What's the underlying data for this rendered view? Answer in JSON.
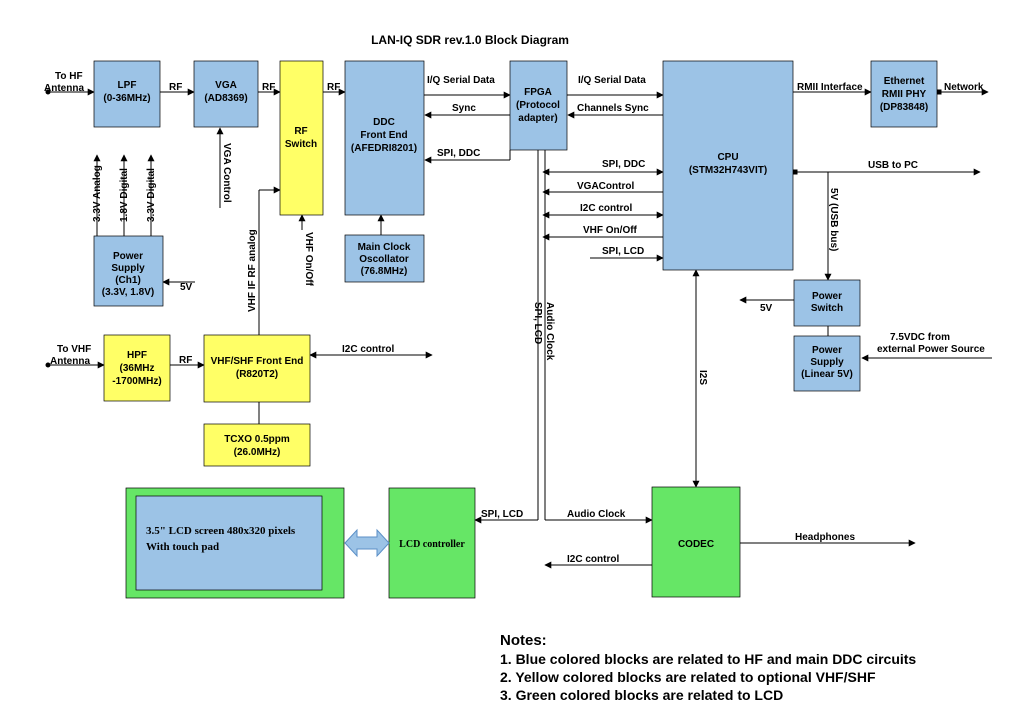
{
  "title": "LAN-IQ SDR rev.1.0  Block Diagram",
  "colors": {
    "blue": "#9cc3e6",
    "yellow": "#ffff66",
    "green": "#66e666",
    "line": "#000000"
  },
  "blocks": {
    "lpf": [
      "LPF",
      "(0-36MHz)"
    ],
    "vga": [
      "VGA",
      "(AD8369)"
    ],
    "rf_switch": [
      "RF",
      "Switch"
    ],
    "ddc": [
      "DDC",
      "Front End",
      "(AFEDRI8201)"
    ],
    "fpga": [
      "FPGA",
      "(Protocol",
      "adapter)"
    ],
    "cpu": [
      "CPU",
      "(STM32H743VIT)"
    ],
    "eth": [
      "Ethernet",
      "RMII PHY",
      "(DP83848)"
    ],
    "main_clock": [
      "Main Clock",
      "Oscollator",
      "(76.8MHz)"
    ],
    "power_supply_ch1": [
      "Power",
      "Supply",
      "(Ch1)",
      "(3.3V, 1.8V)"
    ],
    "hpf": [
      "HPF",
      "(36MHz",
      "-1700MHz)"
    ],
    "vhf_front": [
      "VHF/SHF Front End",
      "(R820T2)"
    ],
    "tcxo": [
      "TCXO 0.5ppm",
      "(26.0MHz)"
    ],
    "power_switch": [
      "Power",
      "Switch"
    ],
    "power_supply_lin": [
      "Power",
      "Supply",
      "(Linear 5V)"
    ],
    "lcd_screen": [
      "3.5\" LCD screen 480x320 pixels",
      "With touch pad"
    ],
    "lcd_controller": "LCD controller",
    "codec": "CODEC"
  },
  "labels": {
    "to_hf_antenna": [
      "To HF",
      "Antenna"
    ],
    "to_vhf_antenna": [
      "To VHF",
      "Antenna"
    ],
    "rf": "RF",
    "iq_serial_data": "I/Q Serial Data",
    "sync": "Sync",
    "channels_sync": "Channels Sync",
    "spi_ddc": "SPI, DDC",
    "rmii_interface": "RMII Interface",
    "network": "Network",
    "usb_to_pc": "USB to PC",
    "vga_control_v": "VGA Control",
    "vga_control_h": "VGAControl",
    "i2c_control": "I2C control",
    "vhf_onoff_h": "VHF On/Off",
    "vhf_onoff_v": "VHF  On/Off",
    "spi_lcd": "SPI, LCD",
    "v33_analog": "3.3V Analog",
    "v18_digital": "1.8V Digital",
    "v33_digital": "3.3V Digital",
    "v5": "5V",
    "vhf_if_rf_analog": "VHF IF RF analog",
    "usb_bus": "5V (USB bus)",
    "ext_power": [
      "7.5VDC from",
      "external Power Source"
    ],
    "audio_clock": "Audio Clock",
    "audio_clock_spi_lcd": [
      "Audio Clock",
      "SPI, LCD"
    ],
    "i2s": "I2S",
    "headphones": "Headphones"
  },
  "notes": {
    "title": "Notes:",
    "items": [
      "1. Blue colored blocks are related to HF and main DDC circuits",
      "2. Yellow colored blocks are related to optional VHF/SHF",
      "3. Green colored blocks are related to LCD"
    ]
  }
}
